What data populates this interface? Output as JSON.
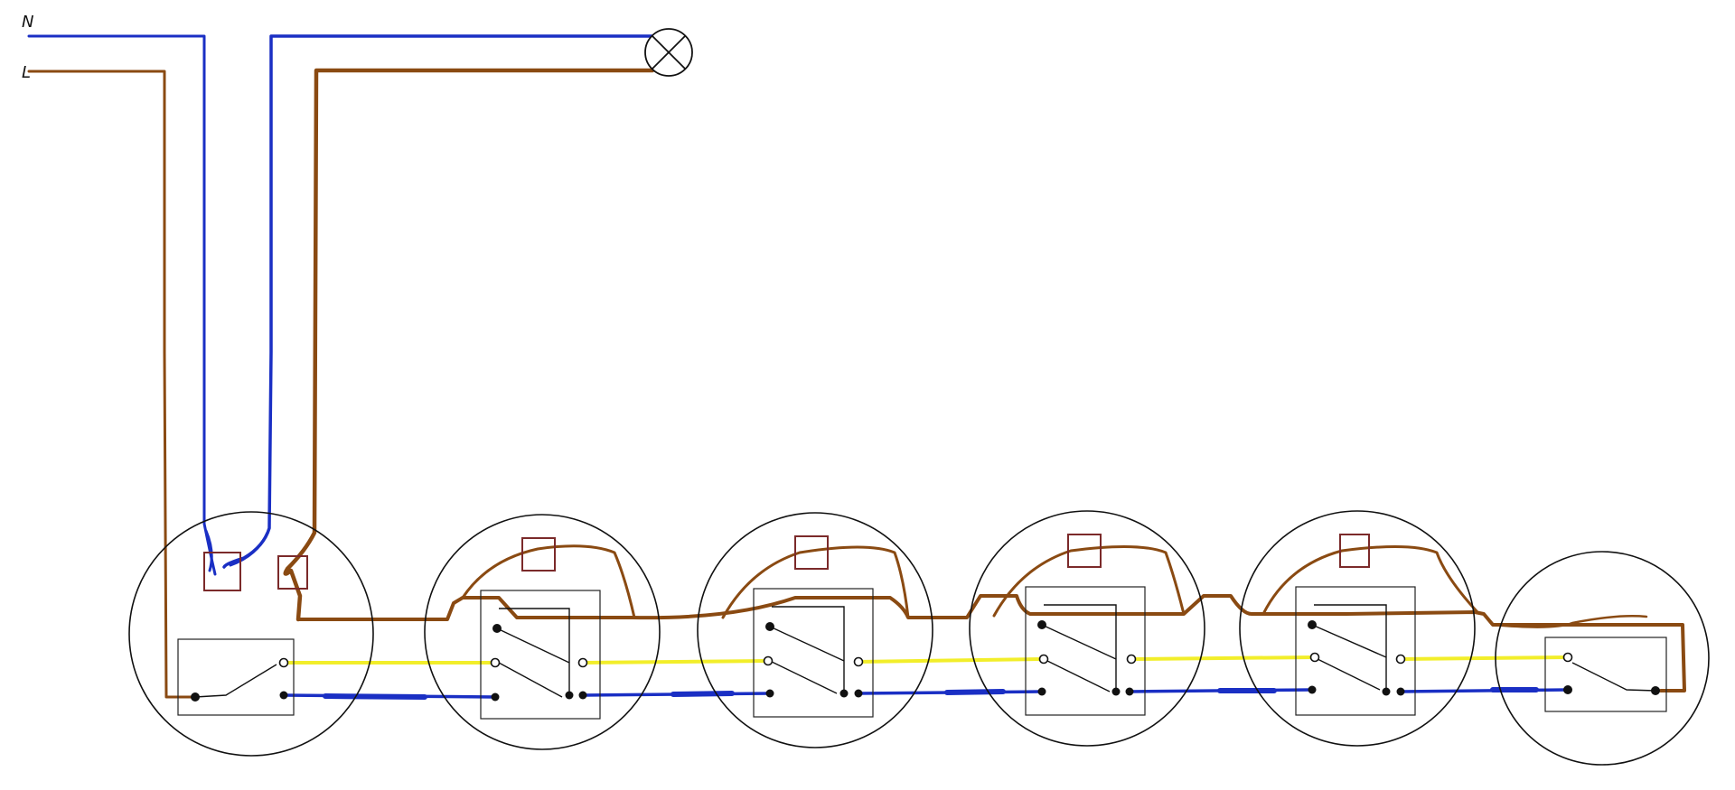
{
  "labels": {
    "neutral": "N",
    "live": "L"
  },
  "colors": {
    "neutral": "#1a2fc4",
    "live": "#8a4a12",
    "traveler_yellow": "#f2ee2a",
    "traveler_blue": "#1a2fc4",
    "outline": "#111111",
    "junction_box": "#7b2a2a"
  },
  "components": {
    "lamp": "lamp-icon",
    "switch_count": 6,
    "switch_types": [
      "two-way",
      "intermediate",
      "intermediate",
      "intermediate",
      "intermediate",
      "two-way"
    ]
  }
}
